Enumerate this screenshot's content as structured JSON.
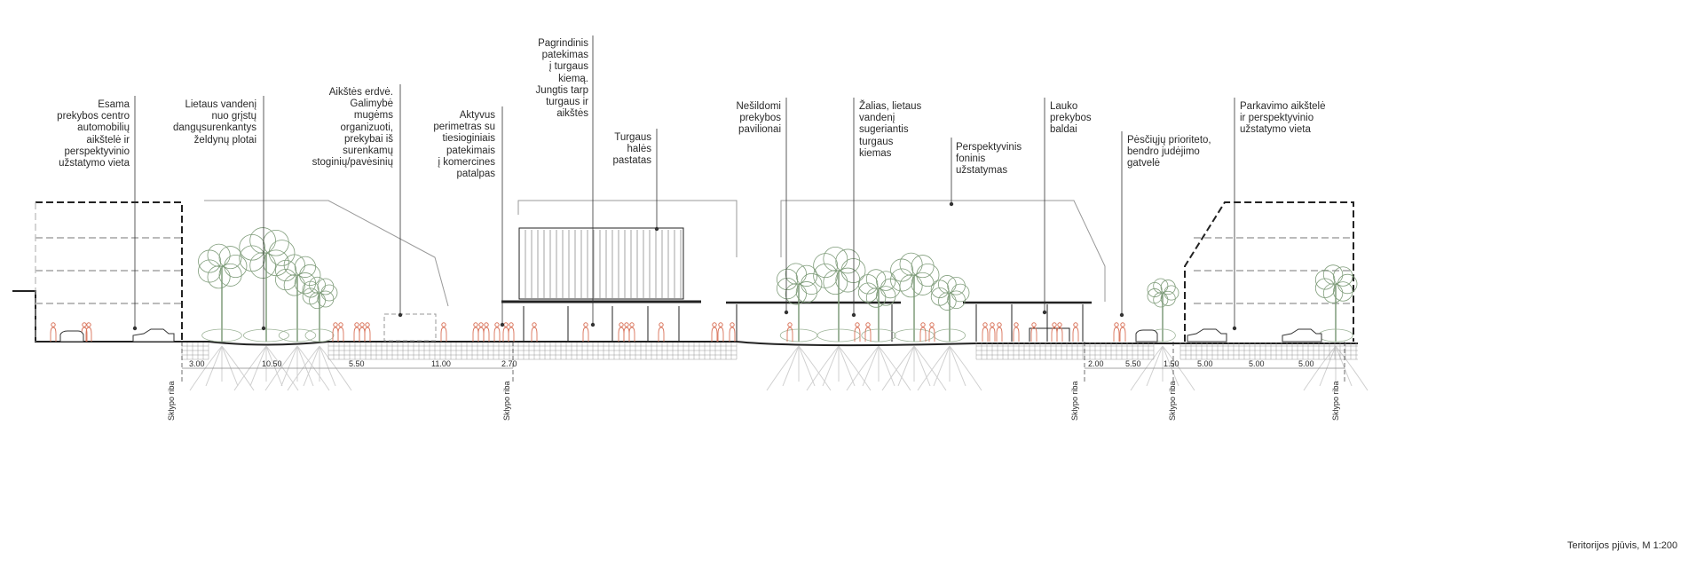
{
  "labels": [
    {
      "text": "Esama\nprekybos centro\nautomobilių\naikštelė ir\nperspektyvinio\nužstatymo vieta"
    },
    {
      "text": "Lietaus vandenį\nnuo grįstų\ndangųsurenkantys\nželdynų plotai"
    },
    {
      "text": "Aikštės erdvė.\nGalimybė\nmugėms\norganizuoti,\nprekybai iš\nsurenkamų\nstoginių/pavėsinių"
    },
    {
      "text": "Aktyvus\nperimetras su\ntiesioginiais\npatekimais\nį komercines\npatalpas"
    },
    {
      "text": "Pagrindinis\npatekimas\nį turgaus\nkiemą.\nJungtis tarp\nturgaus ir\naikštės"
    },
    {
      "text": "Turgaus\nhalės\npastatas"
    },
    {
      "text": "Nešildomi\nprekybos\npavilionai"
    },
    {
      "text": "Žalias, lietaus\nvandenį\nsugeriantis\nturgaus\nkiemas"
    },
    {
      "text": "Perspektyvinis\nfoninis\nužstatymas"
    },
    {
      "text": "Lauko\nprekybos\nbaldai"
    },
    {
      "text": "Pėsčiųjų prioriteto,\nbendro judėjimo\ngatvelė"
    },
    {
      "text": "Parkavimo aikštelė\nir perspektyvinio\nužstatymo vieta"
    }
  ],
  "dimensions": [
    "3.00",
    "10.50",
    "5.50",
    "11.00",
    "2.70",
    "2.00",
    "5.50",
    "1.50",
    "5.00",
    "5.00",
    "5.00"
  ],
  "boundary_label": "Sklypo riba",
  "boundaries": [
    "Sklypo riba",
    "Sklypo riba",
    "Sklypo riba",
    "Sklypo riba"
  ],
  "title": "Teritorijos pjūvis, M 1:200",
  "colors": {
    "vegetation": "#7f9c7a",
    "people": "#d9735a",
    "lines": "#222222",
    "roots": "#c8c8c8"
  }
}
